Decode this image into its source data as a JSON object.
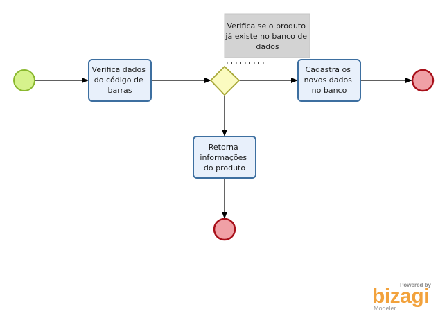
{
  "diagram": {
    "tasks": {
      "verify_barcode": {
        "lines": [
          "Verifica dados",
          "do código de",
          "barras"
        ]
      },
      "register_data": {
        "lines": [
          "Cadastra os",
          "novos dados",
          "no banco"
        ]
      },
      "return_info": {
        "lines": [
          "Retorna",
          "informações",
          "do produto"
        ]
      }
    },
    "annotation": {
      "lines": [
        "Verifica se  o produto",
        "já existe no banco de",
        "dados"
      ]
    }
  },
  "branding": {
    "powered_by": "Powered by",
    "name": "bizagi",
    "product": "Modeler"
  },
  "colors": {
    "start_fill": "#d6f28c",
    "start_stroke": "#8ab82e",
    "end_fill": "#f0a0a6",
    "end_stroke": "#a8101a",
    "task_fill": "#e8f0fb",
    "task_stroke": "#3d6fa0",
    "gateway_fill": "#fbfbc0",
    "gateway_stroke": "#a8a838",
    "annotation_fill": "#d3d3d3",
    "brand": "#f2a23c"
  }
}
